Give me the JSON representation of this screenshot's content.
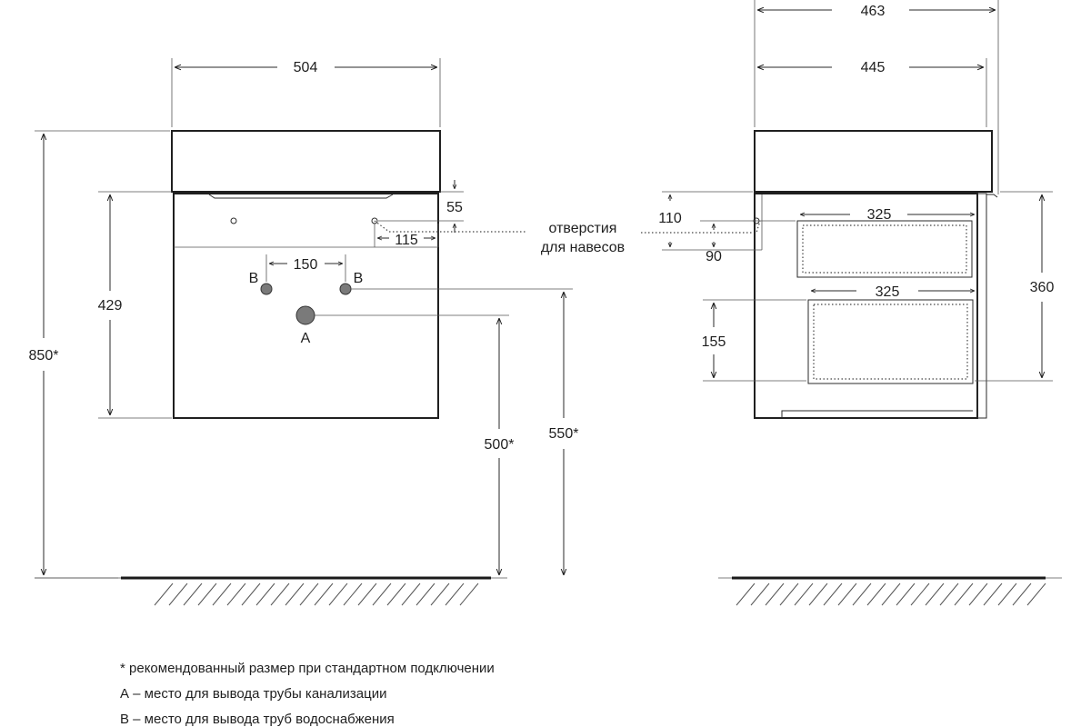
{
  "dimensions": {
    "front_width": "504",
    "side_total_depth": "463",
    "side_body_depth": "445",
    "total_height": "850*",
    "body_height": "429",
    "hole_offset_top": "55",
    "hole_offset_side": "115",
    "inlet_spacing": "150",
    "drain_height": "500*",
    "inlet_height": "550*",
    "side_hole_top": "110",
    "side_hole_depth": "90",
    "drawer_top_depth": "325",
    "drawer_bottom_depth": "325",
    "drawer_height": "155",
    "drawer_section_height": "360"
  },
  "labels": {
    "inlet_left": "B",
    "inlet_right": "B",
    "drain": "A",
    "mounting_holes_line1": "отверстия",
    "mounting_holes_line2": "для навесов"
  },
  "notes": [
    "* рекомендованный размер при стандартном подключении",
    "А – место для вывода трубы канализации",
    "В – место для вывода труб водоснабжения"
  ],
  "colors": {
    "line": "#1f1f1f",
    "pipe": "#7a7a7a"
  }
}
